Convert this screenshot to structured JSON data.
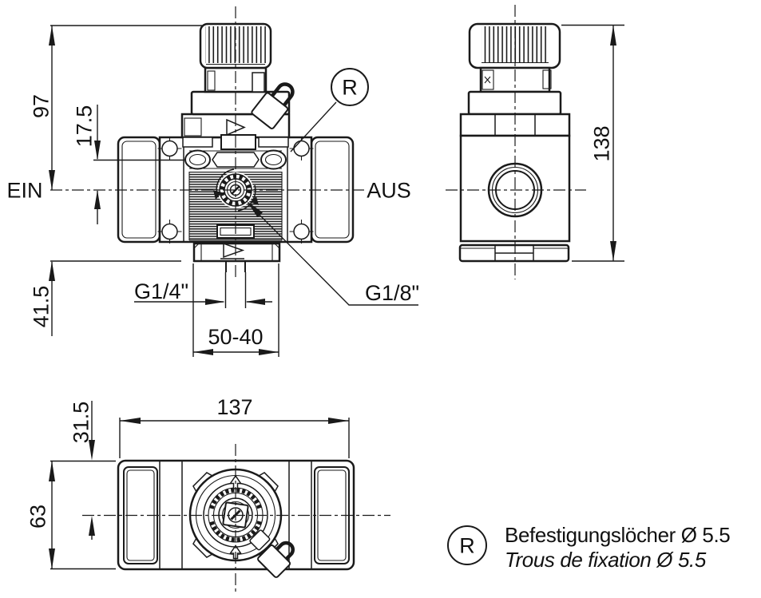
{
  "front_view": {
    "inlet_label": "EIN",
    "outlet_label": "AUS",
    "dim_total_height": "97",
    "dim_top_offset": "17.5",
    "dim_bottom_height": "41.5",
    "thread_main_ports": "G1/4\"",
    "thread_gauge_port": "G1/8\"",
    "dim_port_spacing": "50-40",
    "mount_hole_ref": "R"
  },
  "side_view": {
    "dim_height": "138"
  },
  "bottom_view": {
    "dim_width": "137",
    "dim_center_offset": "31.5",
    "dim_depth": "63"
  },
  "legend": {
    "ref_symbol": "R",
    "line_de": "Befestigungslöcher Ø 5.5",
    "line_fr": "Trous de fixation Ø 5.5"
  }
}
